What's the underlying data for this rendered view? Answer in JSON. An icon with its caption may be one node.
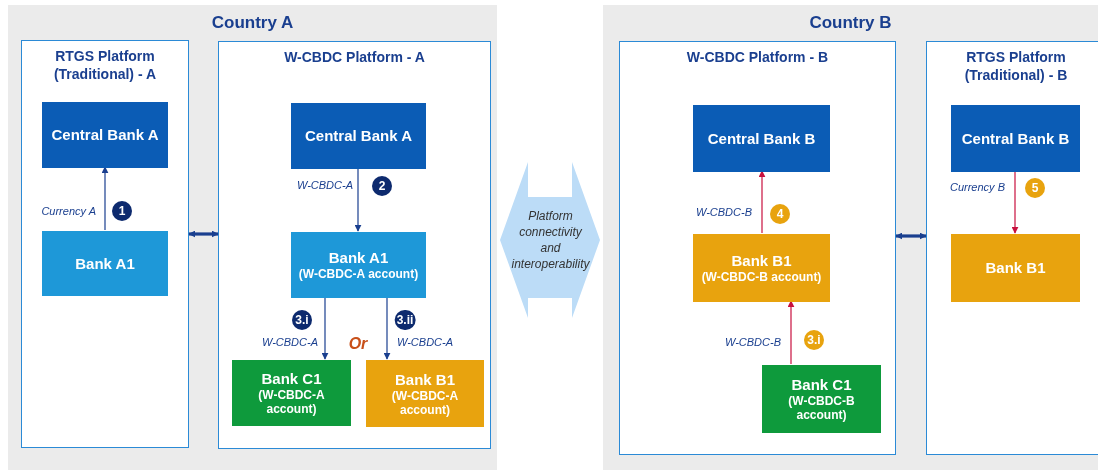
{
  "diagram": {
    "nodes": [
      {
        "text": [
          "Country A"
        ]
      },
      {
        "text": [
          "RTGS Platform (Traditional) - A"
        ],
        "in": 0
      },
      {
        "text": [
          "Central Bank A"
        ],
        "in": 1
      },
      {
        "text": [
          "Bank A1"
        ],
        "in": 1
      },
      {
        "text": [
          "W-CBDC Platform - A"
        ],
        "in": 0
      },
      {
        "text": [
          "Central Bank A"
        ],
        "in": 4
      },
      {
        "text": [
          "Bank A1",
          "(W-CBDC-A account)"
        ],
        "in": 4
      },
      {
        "text": [
          "Bank C1",
          "(W-CBDC-A account)"
        ],
        "in": 4
      },
      {
        "text": [
          "Bank B1",
          "(W-CBDC-A account)"
        ],
        "in": 4
      },
      {
        "text": [
          "Platform connectivity and interoperability"
        ]
      },
      {
        "text": [
          "Country B"
        ]
      },
      {
        "text": [
          "W-CBDC Platform - B"
        ],
        "in": 10
      },
      {
        "text": [
          "Central Bank B"
        ],
        "in": 11
      },
      {
        "text": [
          "Bank B1",
          "(W-CBDC-B account)"
        ],
        "in": 11
      },
      {
        "text": [
          "Bank C1",
          "(W-CBDC-B account)"
        ],
        "in": 11
      },
      {
        "text": [
          "RTGS Platform (Traditional) - B"
        ],
        "in": 10
      },
      {
        "text": [
          "Central Bank B"
        ],
        "in": 15
      },
      {
        "text": [
          "Bank B1"
        ],
        "in": 15
      }
    ],
    "edges": [
      {
        "from": 3,
        "to": 2,
        "arrow": "to",
        "label": "Currency A"
      },
      {
        "from": 1,
        "to": 4,
        "arrow": "both",
        "style": "thick"
      },
      {
        "from": 5,
        "to": 6,
        "arrow": "to",
        "label": "W-CBDC-A"
      },
      {
        "from": 6,
        "to": 7,
        "arrow": "to",
        "label": "W-CBDC-A"
      },
      {
        "from": 6,
        "to": 8,
        "arrow": "to",
        "label": "W-CBDC-A"
      },
      {
        "from": 13,
        "to": 12,
        "arrow": "to",
        "label": "W-CBDC-B",
        "color": "#c8103e"
      },
      {
        "from": 14,
        "to": 13,
        "arrow": "to",
        "label": "W-CBDC-B",
        "color": "#c8103e"
      },
      {
        "from": 16,
        "to": 17,
        "arrow": "to",
        "label": "Currency B",
        "color": "#c8103e"
      },
      {
        "from": 11,
        "to": 15,
        "arrow": "both",
        "style": "thick"
      }
    ],
    "labels": [
      "1",
      "2",
      "3.i",
      "Or",
      "3.ii",
      "4",
      "3.i",
      "5"
    ]
  }
}
